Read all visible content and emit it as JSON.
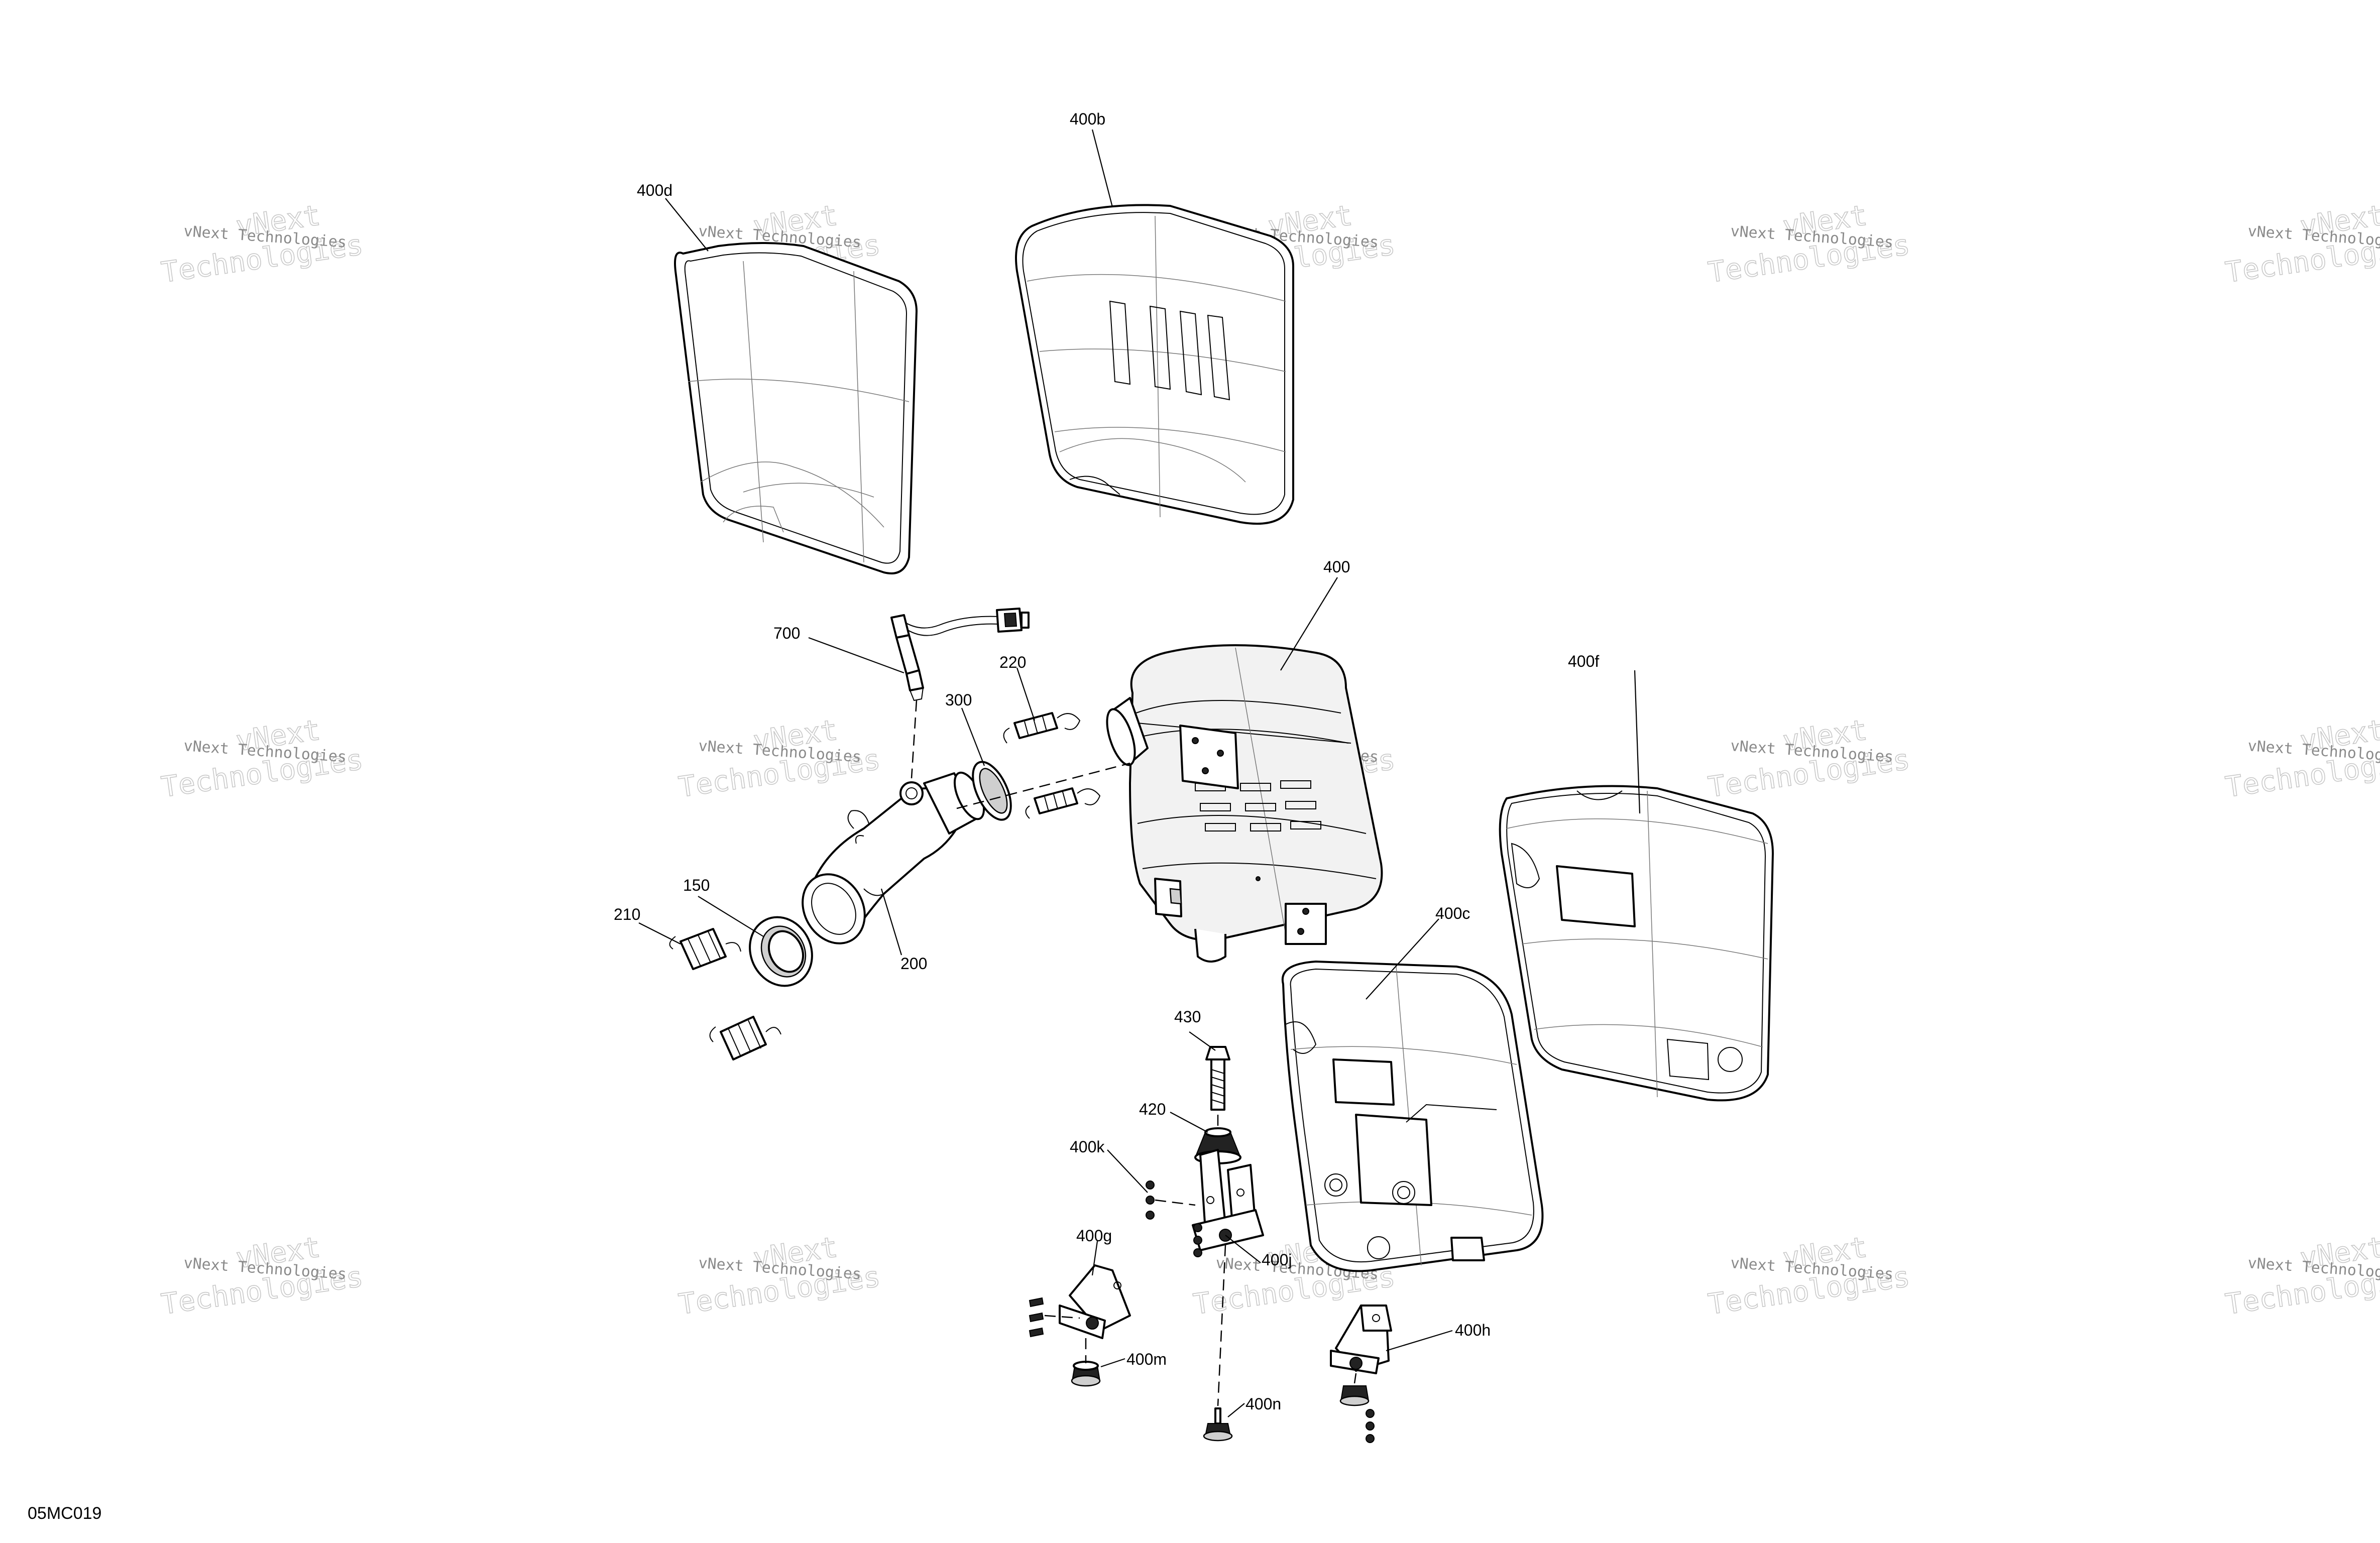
{
  "figure_code": "05MC019",
  "watermark": {
    "line1": "vNext Technologies",
    "big_line1": "vNext",
    "big_line2": "Technologies"
  },
  "parts": {
    "p400b": "400b",
    "p400d": "400d",
    "p400": "400",
    "p400f": "400f",
    "p700": "700",
    "p220": "220",
    "p300": "300",
    "p150": "150",
    "p210": "210",
    "p200": "200",
    "p400c": "400c",
    "p430": "430",
    "p420": "420",
    "p400k": "400k",
    "p400g": "400g",
    "p400j": "400j",
    "p400h": "400h",
    "p400m": "400m",
    "p400n": "400n"
  }
}
